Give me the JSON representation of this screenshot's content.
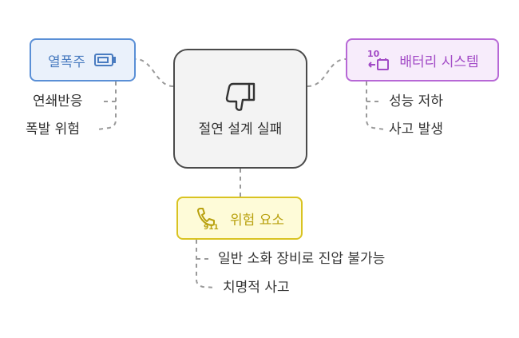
{
  "central": {
    "label": "절연 설계 실패",
    "icon": "thumbs-down-icon"
  },
  "left_node": {
    "label": "열폭주",
    "icon": "battery-icon",
    "color": "#5a8fd6",
    "items": [
      "연쇄반응",
      "폭발 위험"
    ]
  },
  "right_node": {
    "label": "배터리 시스템",
    "icon": "battery-system-icon",
    "icon_text": "10",
    "color": "#b768d6",
    "items": [
      "성능 저하",
      "사고 발생"
    ]
  },
  "bottom_node": {
    "label": "위험 요소",
    "icon": "emergency-phone-icon",
    "icon_text": "911",
    "color": "#d9c321",
    "items": [
      "일반 소화 장비로 진압 불가능",
      "치명적 사고"
    ]
  }
}
